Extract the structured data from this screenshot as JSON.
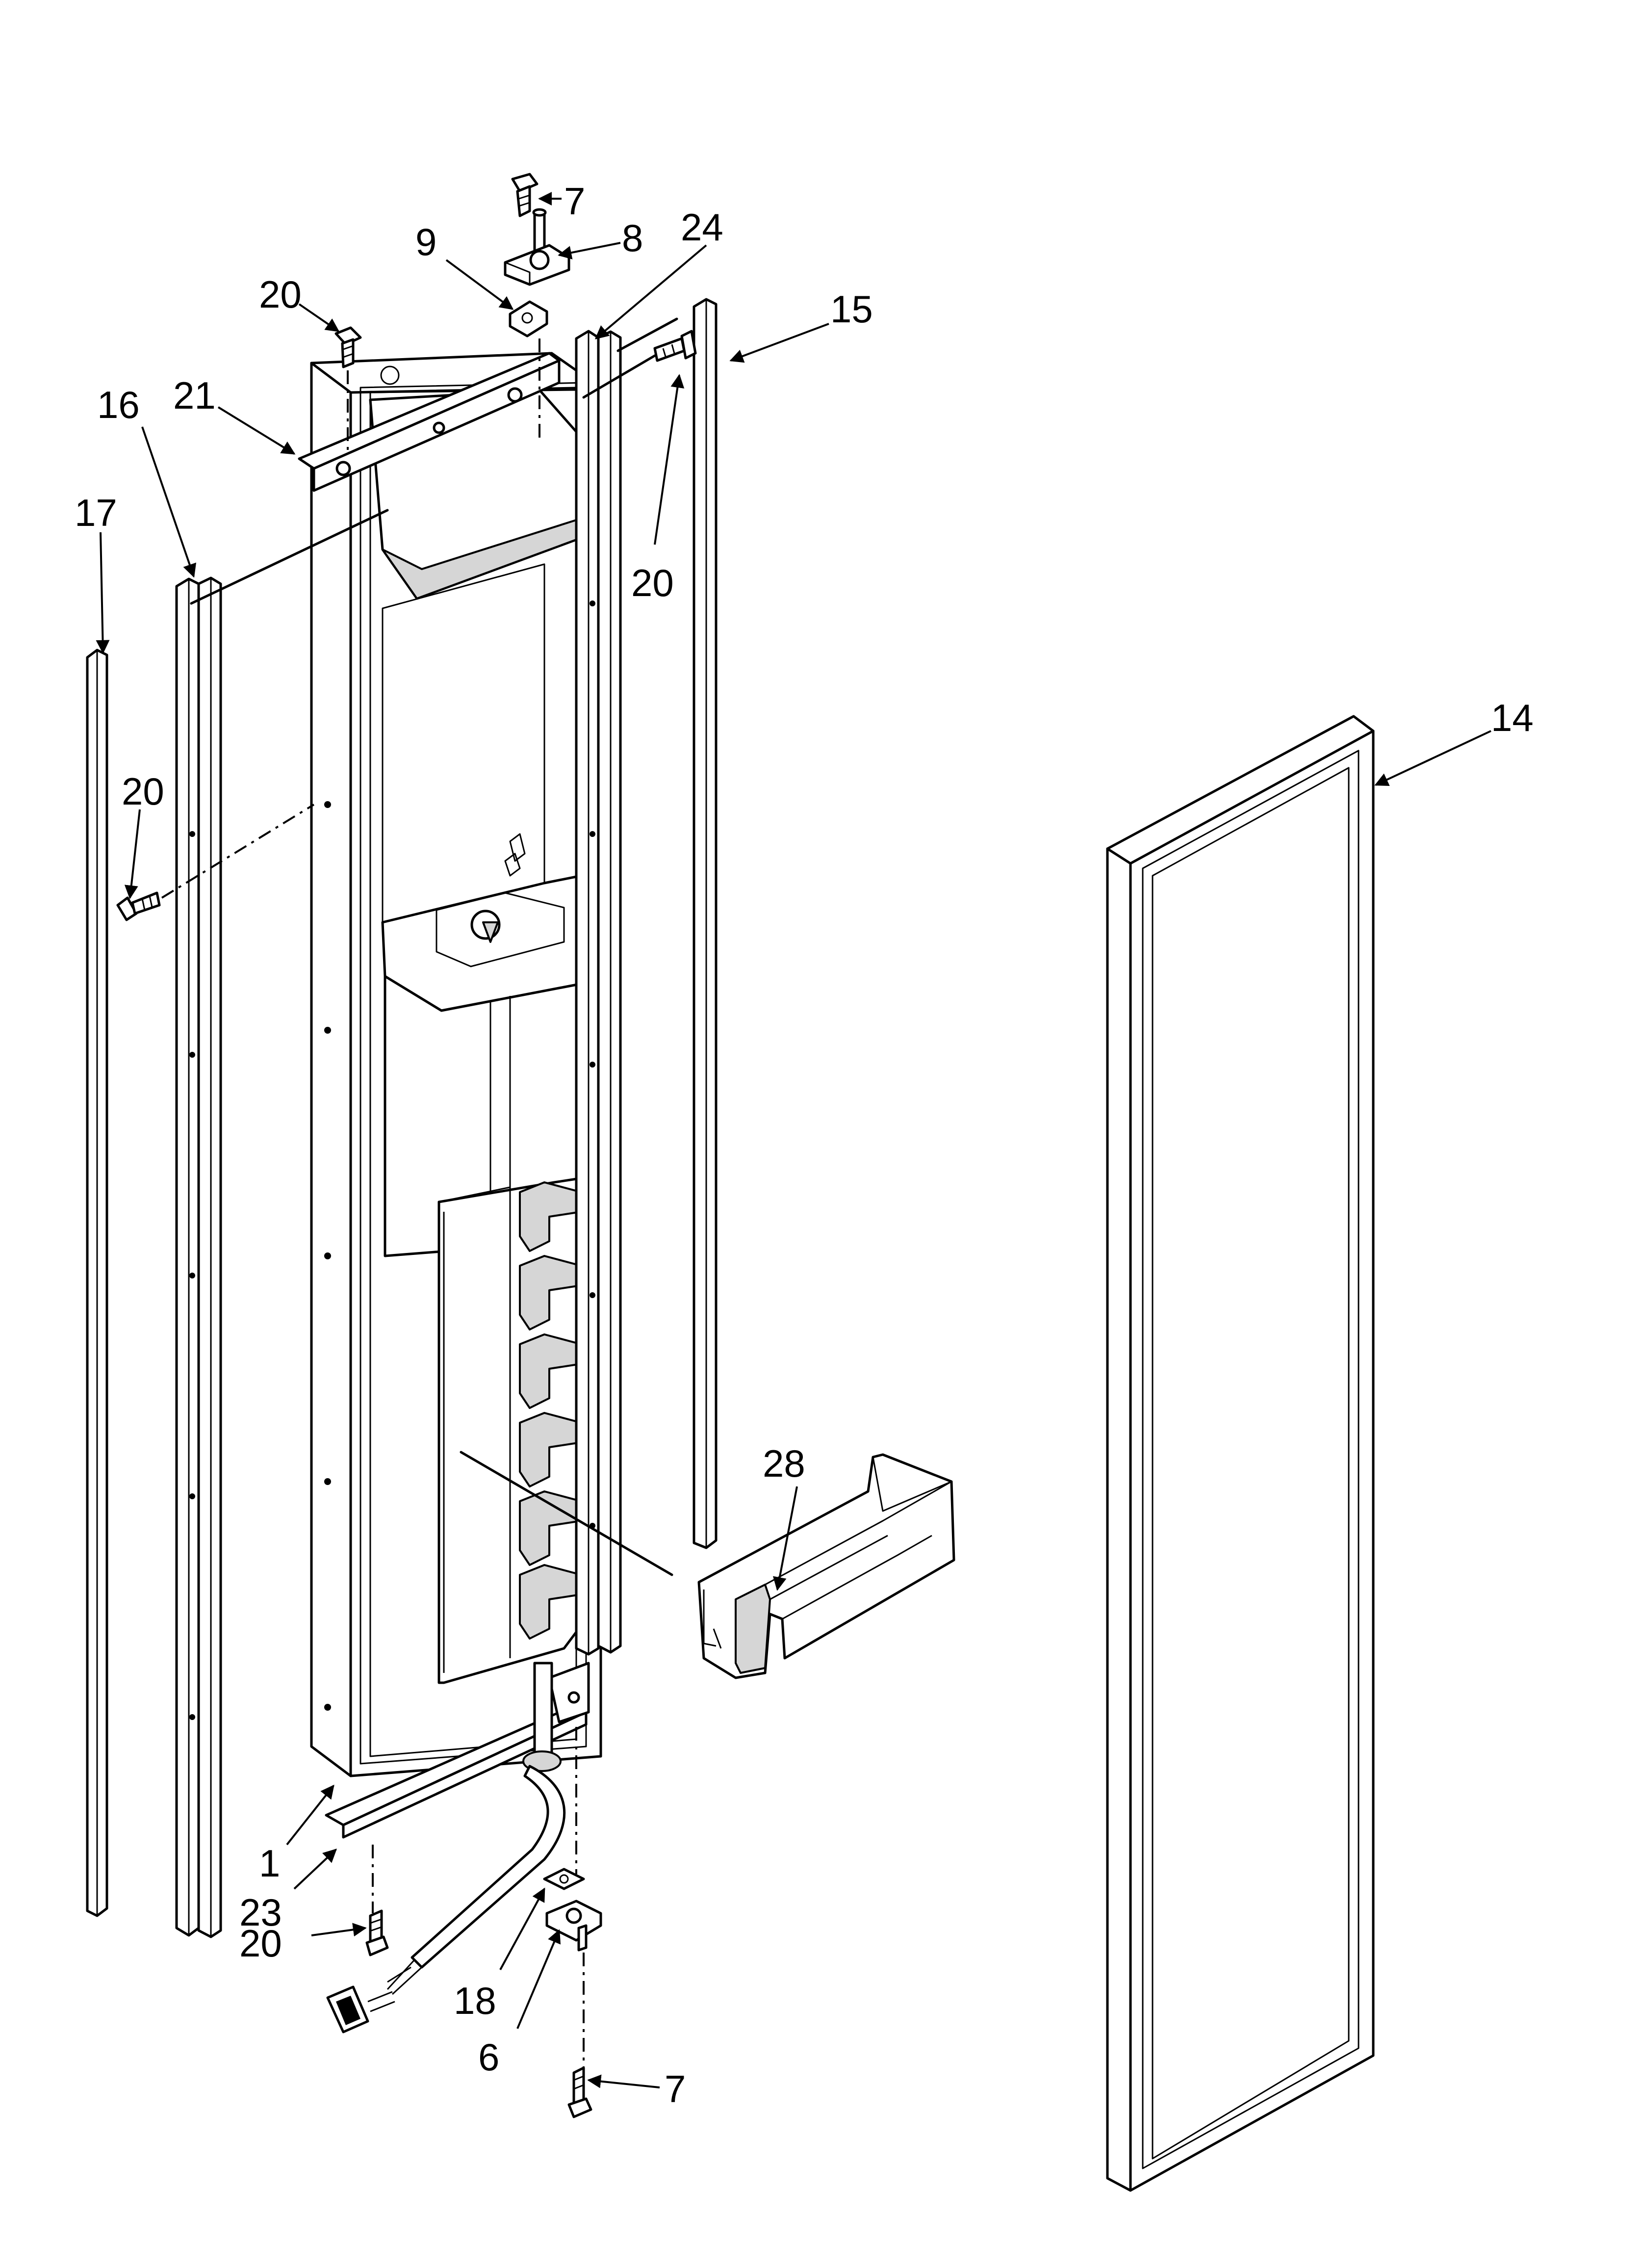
{
  "callouts": [
    {
      "id": "c7a",
      "label": "7"
    },
    {
      "id": "c8",
      "label": "8"
    },
    {
      "id": "c24",
      "label": "24"
    },
    {
      "id": "c9",
      "label": "9"
    },
    {
      "id": "c20a",
      "label": "20"
    },
    {
      "id": "c15",
      "label": "15"
    },
    {
      "id": "c16",
      "label": "16"
    },
    {
      "id": "c21",
      "label": "21"
    },
    {
      "id": "c17",
      "label": "17"
    },
    {
      "id": "c20b",
      "label": "20"
    },
    {
      "id": "c14",
      "label": "14"
    },
    {
      "id": "c20c",
      "label": "20"
    },
    {
      "id": "c28",
      "label": "28"
    },
    {
      "id": "c1",
      "label": "1"
    },
    {
      "id": "c23",
      "label": "23"
    },
    {
      "id": "c20d",
      "label": "20"
    },
    {
      "id": "c18",
      "label": "18"
    },
    {
      "id": "c6",
      "label": "6"
    },
    {
      "id": "c7b",
      "label": "7"
    }
  ]
}
